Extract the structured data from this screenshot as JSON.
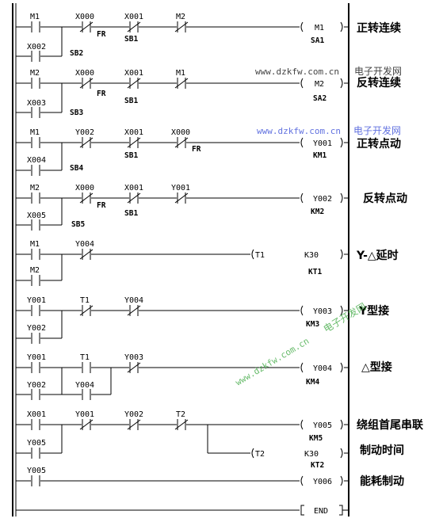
{
  "rungs": [
    {
      "contacts": [
        {
          "label": "M1",
          "type": "NO"
        },
        {
          "label": "X000",
          "type": "NC",
          "tag": "FR"
        },
        {
          "label": "X001",
          "type": "NC",
          "tag": "SB1"
        },
        {
          "label": "M2",
          "type": "NC"
        }
      ],
      "branch": {
        "label": "X002",
        "tag": "SB2"
      },
      "output": {
        "label": "M1",
        "tag": "SA1"
      },
      "comment": "正转连续"
    },
    {
      "contacts": [
        {
          "label": "M2",
          "type": "NO"
        },
        {
          "label": "X000",
          "type": "NC",
          "tag": "FR"
        },
        {
          "label": "X001",
          "type": "NC",
          "tag": "SB1"
        },
        {
          "label": "M1",
          "type": "NC"
        }
      ],
      "branch": {
        "label": "X003",
        "tag": "SB3"
      },
      "output": {
        "label": "M2",
        "tag": "SA2"
      },
      "comment": "反转连续"
    },
    {
      "contacts": [
        {
          "label": "M1",
          "type": "NO"
        },
        {
          "label": "Y002",
          "type": "NC"
        },
        {
          "label": "X001",
          "type": "NC",
          "tag": "SB1"
        },
        {
          "label": "X000",
          "type": "NC",
          "tag": "FR"
        }
      ],
      "branch": {
        "label": "X004",
        "tag": "SB4"
      },
      "output": {
        "label": "Y001",
        "tag": "KM1"
      },
      "comment": "正转点动"
    },
    {
      "contacts": [
        {
          "label": "M2",
          "type": "NO"
        },
        {
          "label": "X000",
          "type": "NC",
          "tag": "FR"
        },
        {
          "label": "X001",
          "type": "NC",
          "tag": "SB1"
        },
        {
          "label": "Y001",
          "type": "NC"
        }
      ],
      "branch": {
        "label": "X005",
        "tag": "SB5"
      },
      "output": {
        "label": "Y002",
        "tag": "KM2"
      },
      "comment": "反转点动"
    },
    {
      "contacts": [
        {
          "label": "M1",
          "type": "NO"
        },
        {
          "label": "Y004",
          "type": "NC"
        }
      ],
      "branch": {
        "label": "M2"
      },
      "timer": {
        "label": "T1",
        "setting": "K30",
        "tag": "KT1"
      },
      "comment": "Y-△延时"
    },
    {
      "contacts": [
        {
          "label": "Y001",
          "type": "NO"
        },
        {
          "label": "T1",
          "type": "NC"
        },
        {
          "label": "Y004",
          "type": "NC"
        }
      ],
      "branch": {
        "label": "Y002"
      },
      "output": {
        "label": "Y003",
        "tag": "KM3"
      },
      "comment": "Y型接"
    },
    {
      "contacts": [
        {
          "label": "Y001",
          "type": "NO"
        },
        {
          "label": "T1",
          "type": "NO"
        },
        {
          "label": "Y003",
          "type": "NC"
        }
      ],
      "branch": {
        "label": "Y002"
      },
      "branch2": {
        "label": "Y004"
      },
      "output": {
        "label": "Y004",
        "tag": "KM4"
      },
      "comment": "△型接"
    },
    {
      "contacts": [
        {
          "label": "X001",
          "type": "NO"
        },
        {
          "label": "Y001",
          "type": "NC"
        },
        {
          "label": "Y002",
          "type": "NC"
        },
        {
          "label": "T2",
          "type": "NC"
        }
      ],
      "branch": {
        "label": "Y005"
      },
      "output": {
        "label": "Y005",
        "tag": "KM5"
      },
      "timer": {
        "label": "T2",
        "setting": "K30",
        "tag": "KT2"
      },
      "comment": "绕组首尾串联",
      "comment2": "制动时间"
    },
    {
      "contacts": [
        {
          "label": "Y005",
          "type": "NO"
        }
      ],
      "output": {
        "label": "Y006"
      },
      "comment": "能耗制动"
    },
    {
      "end": "END"
    }
  ],
  "watermarks": {
    "url": "www.dzkfw.com.cn",
    "site": "电子开发网"
  }
}
